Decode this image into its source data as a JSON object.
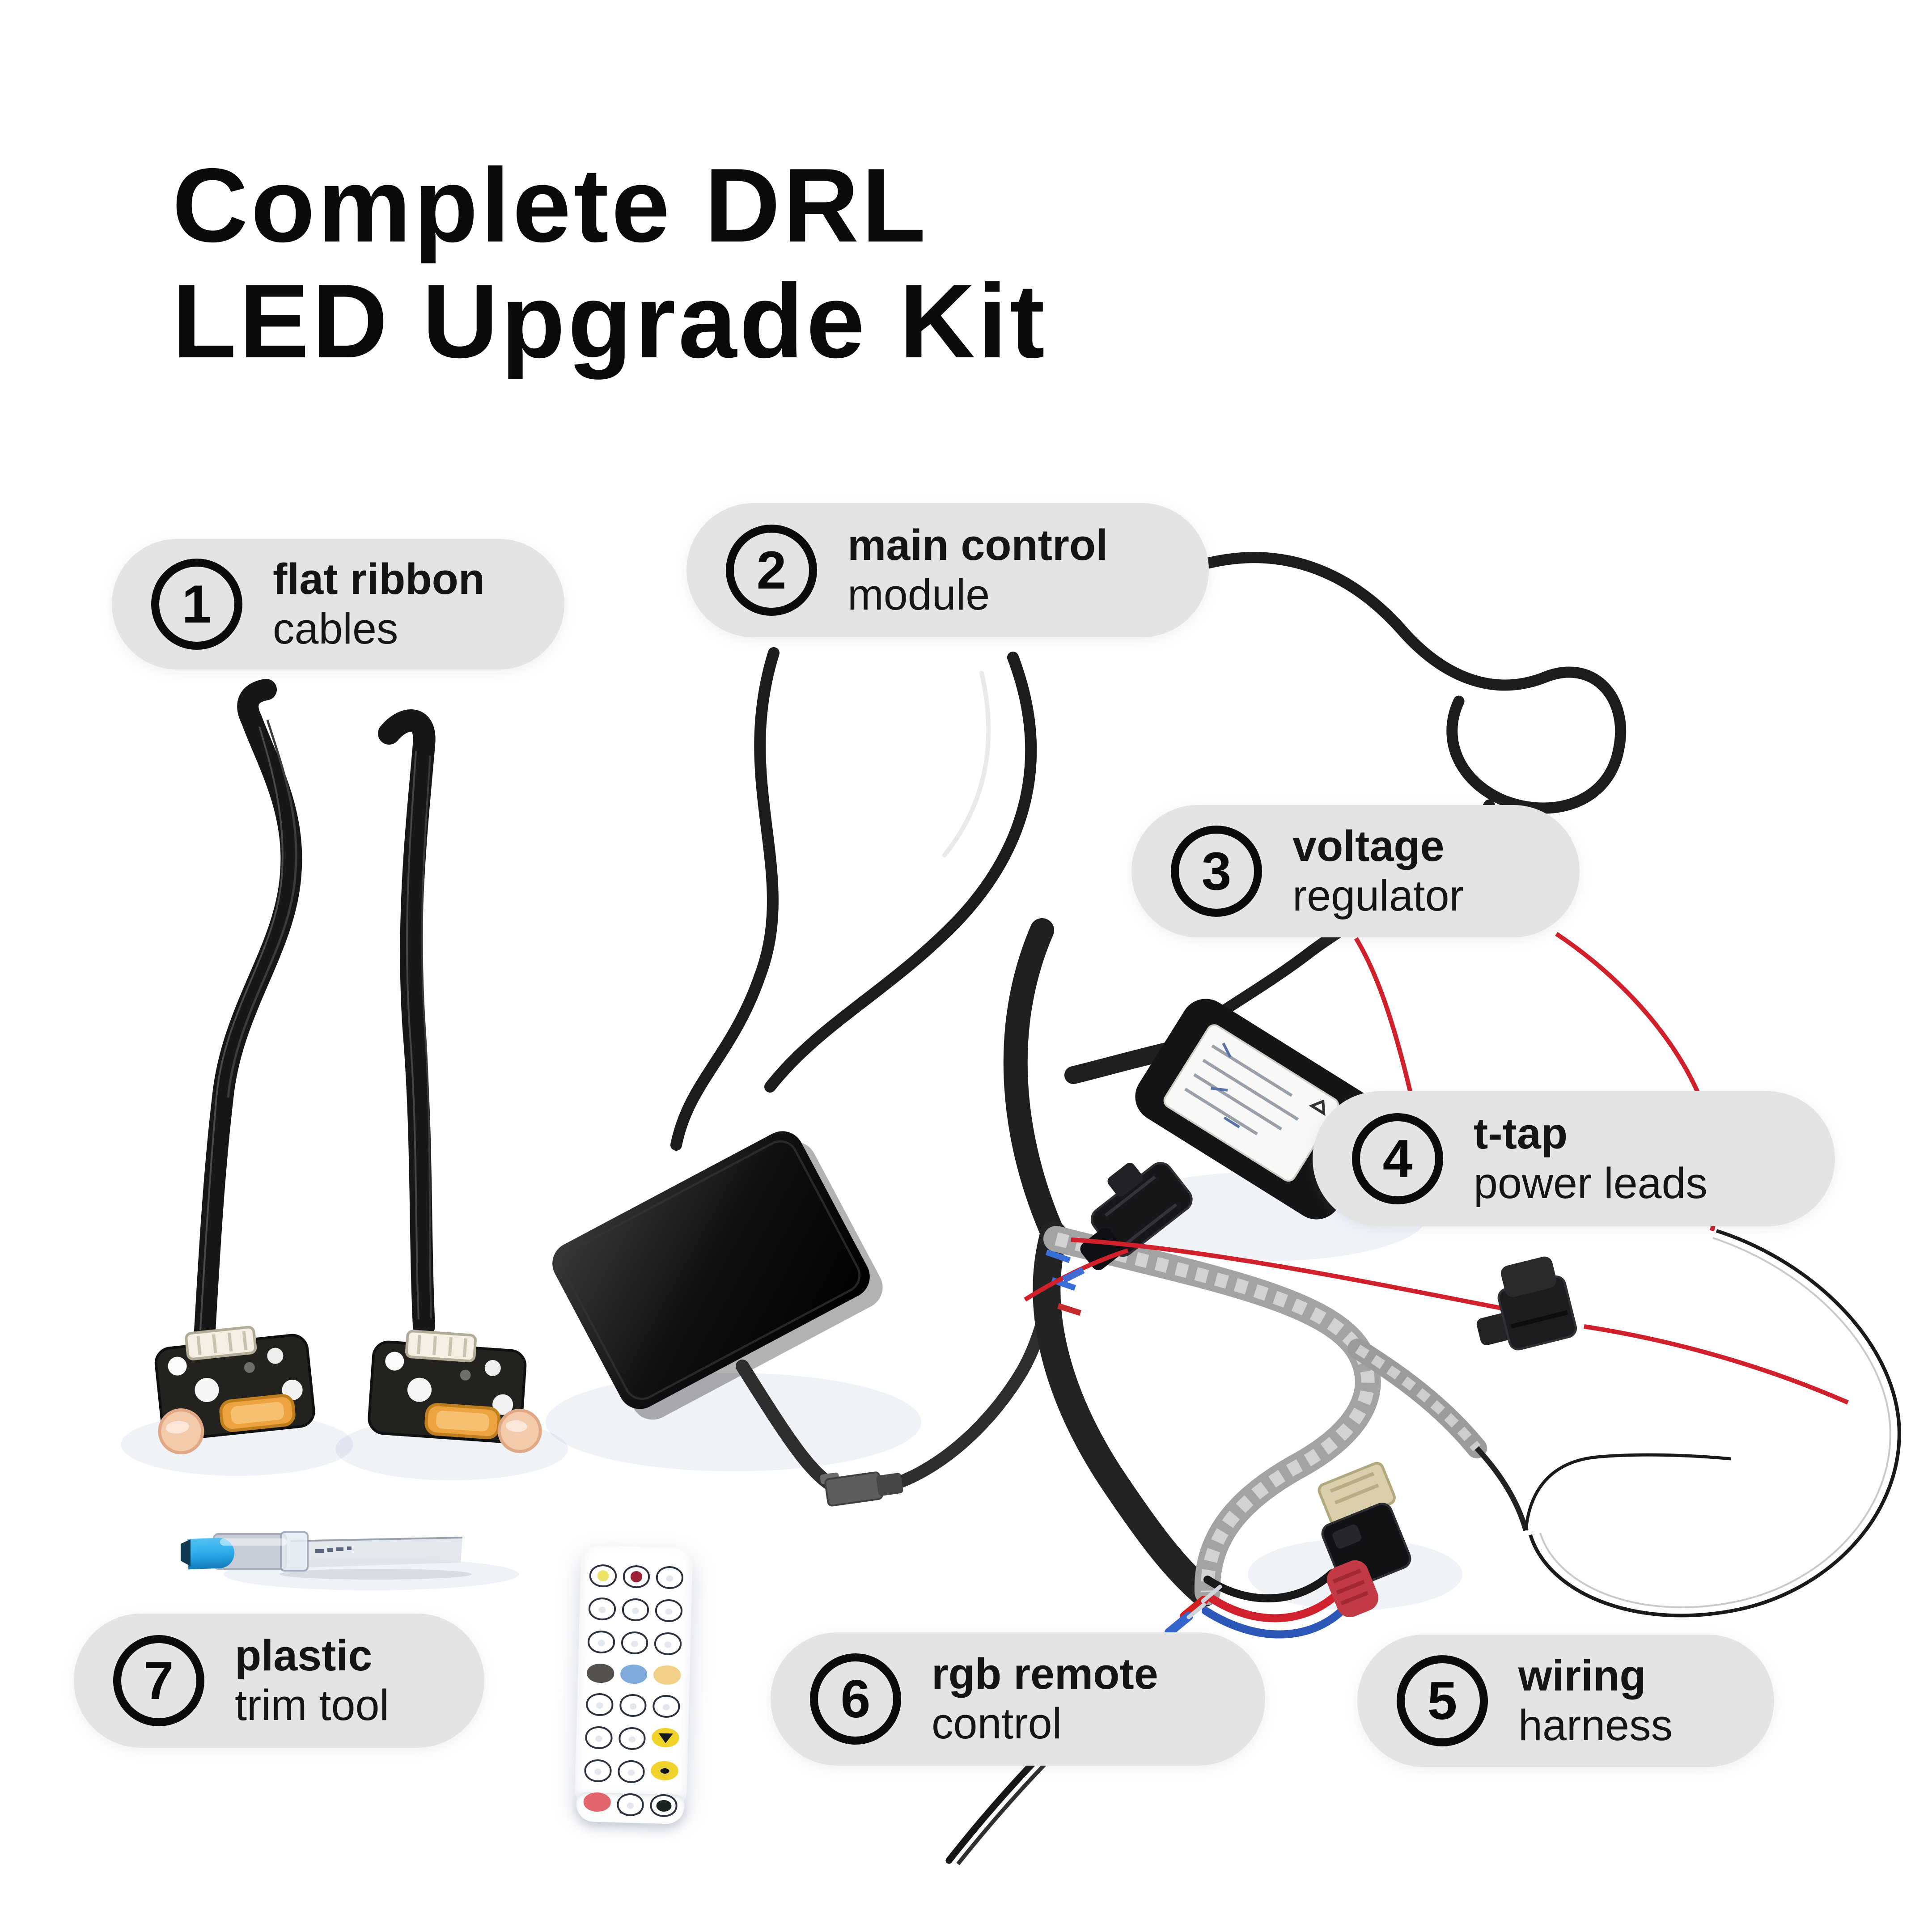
{
  "title": {
    "line1": "Complete DRL",
    "line2": "LED Upgrade Kit"
  },
  "labels": [
    {
      "number": "1",
      "bold": "flat ribbon",
      "regular": "cables"
    },
    {
      "number": "2",
      "bold": "main control",
      "regular": "module"
    },
    {
      "number": "3",
      "bold": "voltage",
      "regular": "regulator"
    },
    {
      "number": "4",
      "bold": "t-tap",
      "regular": "power leads"
    },
    {
      "number": "5",
      "bold": "wiring",
      "regular": "harness"
    },
    {
      "number": "6",
      "bold": "rgb remote",
      "regular": "control"
    },
    {
      "number": "7",
      "bold": "plastic",
      "regular": "trim tool"
    }
  ],
  "colors": {
    "pill_bg": "#e4e4e4",
    "text": "#0b0b0b",
    "wire_black": "#1a1a1a",
    "wire_red": "#d0202c",
    "braid_gray": "#a3a3a3",
    "regulator_label": "#f8f8f6",
    "trim_tool_blue": "#2aa7e8",
    "pcb_orange": "#eda33f",
    "pcb_peach": "#f3cbab",
    "remote_body": "#ffffff"
  },
  "remote": {
    "buttons": [
      {
        "f": "#ffffff",
        "m": "#ece268"
      },
      {
        "f": "#ffffff",
        "m": "#9c2136"
      },
      {
        "f": "#ffffff",
        "m": null
      },
      {
        "f": "#ffffff",
        "m": null
      },
      {
        "f": "#ffffff",
        "m": null
      },
      {
        "f": "#ffffff",
        "m": null
      },
      {
        "f": "#ffffff",
        "m": null
      },
      {
        "f": "#ffffff",
        "m": null
      },
      {
        "f": "#ffffff",
        "m": null
      },
      {
        "f": "#55524e",
        "m": null
      },
      {
        "f": "#7fabdc",
        "m": null
      },
      {
        "f": "#f2cf87",
        "m": null
      },
      {
        "f": "#ffffff",
        "m": null
      },
      {
        "f": "#ffffff",
        "m": null
      },
      {
        "f": "#ffffff",
        "m": null
      },
      {
        "f": "#ffffff",
        "m": null
      },
      {
        "f": "#ffffff",
        "m": null
      },
      {
        "f": "#f0d42c",
        "m": "tri"
      },
      {
        "f": "#ffffff",
        "m": null
      },
      {
        "f": "#ffffff",
        "m": null
      },
      {
        "f": "#f0d42c",
        "m": "dot"
      },
      {
        "f": "#e0666c",
        "m": null
      },
      {
        "f": "#ffffff",
        "m": null
      },
      {
        "f": "#ffffff",
        "m": "dark"
      }
    ]
  }
}
